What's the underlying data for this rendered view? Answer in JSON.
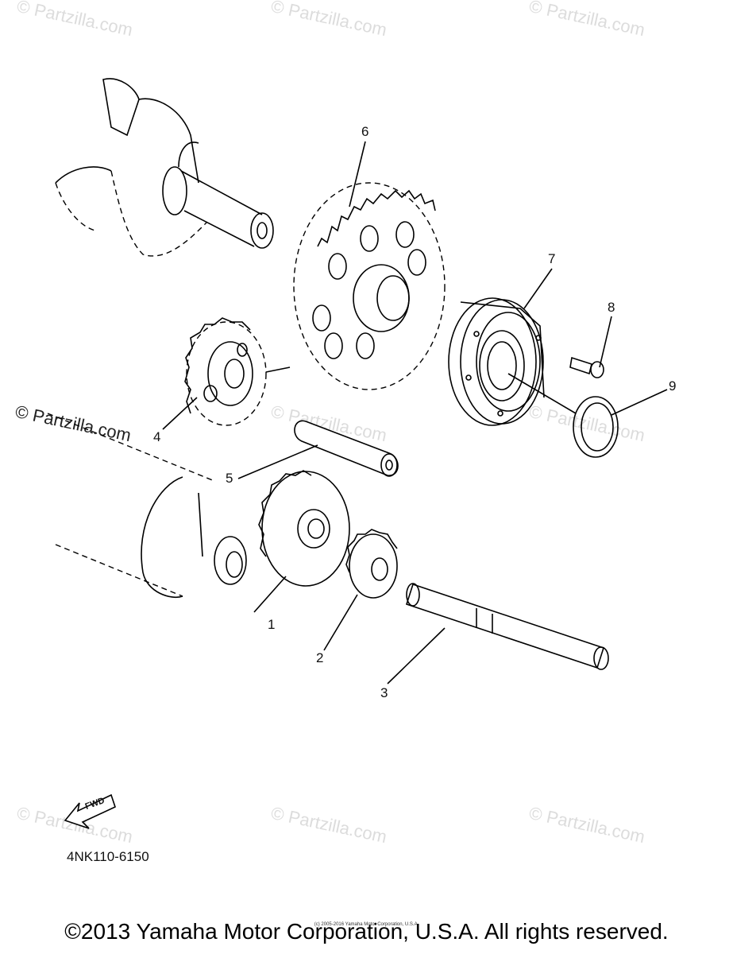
{
  "watermark": "© Partzilla.com",
  "callouts": [
    "1",
    "2",
    "3",
    "4",
    "5",
    "6",
    "7",
    "8",
    "9"
  ],
  "fwd_label": "FWD",
  "part_code": "4NK110-6150",
  "copyright": "©2013 Yamaha Motor Corporation, U.S.A. All rights reserved.",
  "small_copyright": "(c) 2005-2016 Yamaha Motor Corporation, U.S.A."
}
